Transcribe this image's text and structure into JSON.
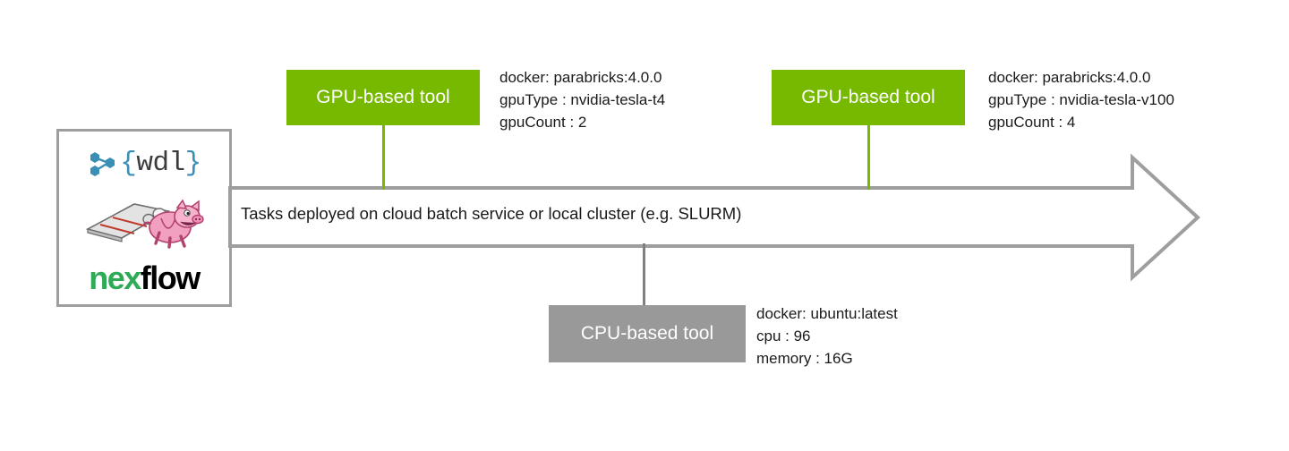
{
  "diagram": {
    "engine_box": {
      "logos": [
        {
          "name": "wdl-logo",
          "text": "{wdl}",
          "brace_color": "#3b8fb5",
          "glyph_color": "#3c3c3c"
        },
        {
          "name": "cromwell-pig-logo",
          "text": "",
          "body_color": "#f2a0c0"
        },
        {
          "name": "nextflow-logo",
          "part_green": "nex",
          "part_black": "flow",
          "green": "#2eab57",
          "black": "#000000"
        }
      ]
    },
    "arrow": {
      "caption": "Tasks deployed on cloud batch service or local cluster (e.g. SLURM)",
      "stroke_color": "#9e9e9e"
    },
    "tools": [
      {
        "id": "gpu-1",
        "label": "GPU-based tool",
        "type": "gpu",
        "color": "#76b900",
        "spec": [
          "docker: parabricks:4.0.0",
          "gpuType : nvidia-tesla-t4",
          "gpuCount : 2"
        ]
      },
      {
        "id": "gpu-2",
        "label": "GPU-based tool",
        "type": "gpu",
        "color": "#76b900",
        "spec": [
          "docker: parabricks:4.0.0",
          "gpuType : nvidia-tesla-v100",
          "gpuCount : 4"
        ]
      },
      {
        "id": "cpu-1",
        "label": "CPU-based tool",
        "type": "cpu",
        "color": "#999999",
        "spec": [
          "docker: ubuntu:latest",
          "cpu : 96",
          "memory : 16G"
        ]
      }
    ]
  }
}
